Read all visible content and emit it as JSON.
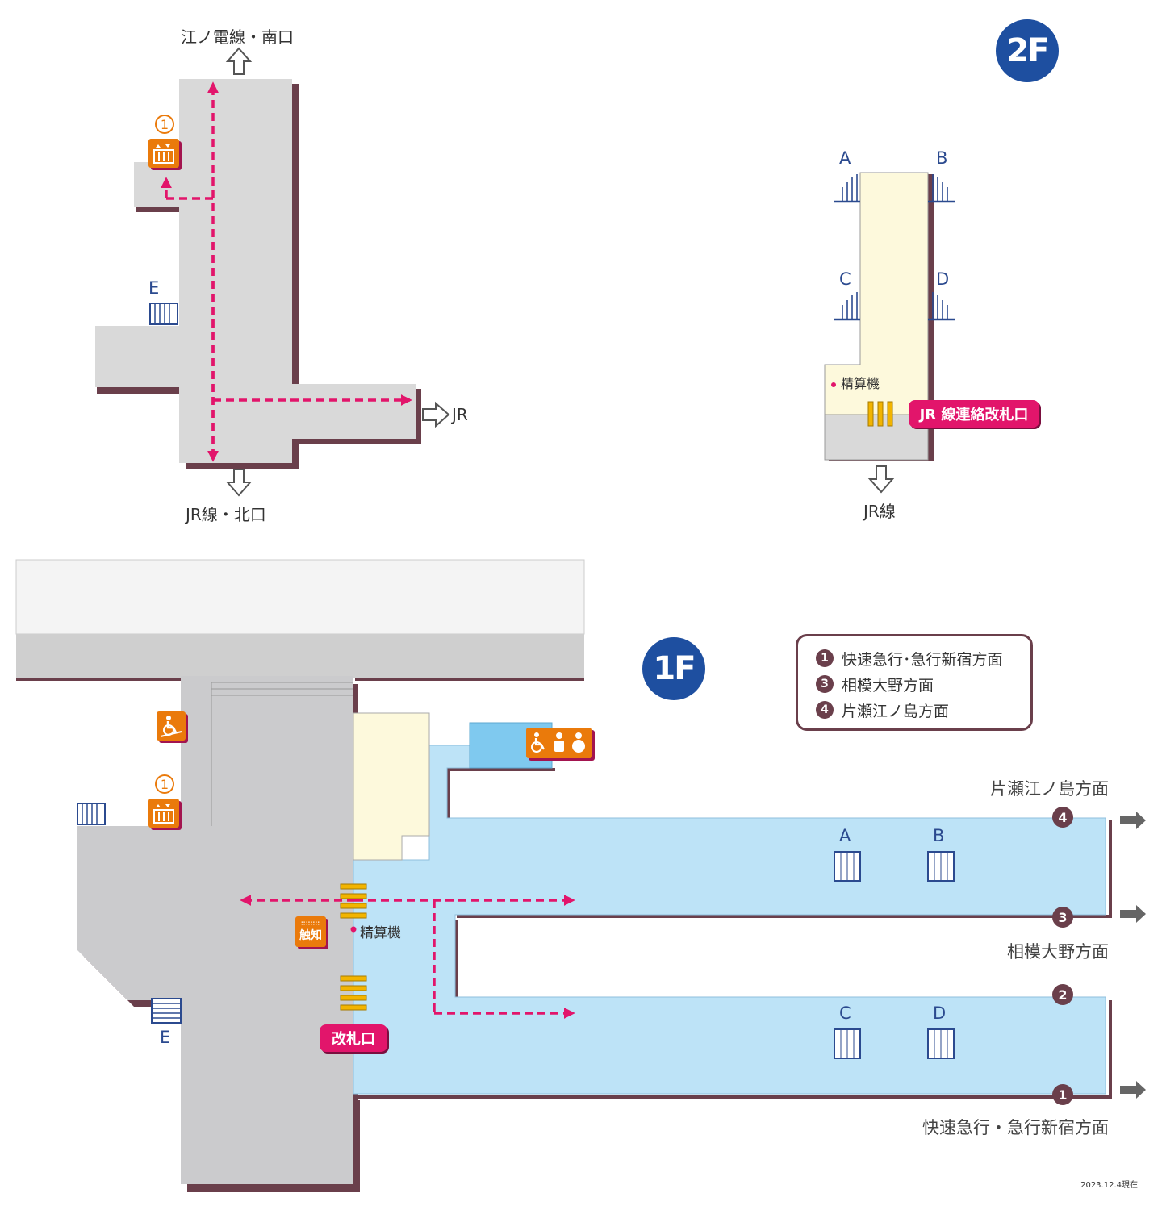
{
  "floor2": {
    "badge": "2F",
    "north_label": "江ノ電線・南口",
    "south_label": "JR線・北口",
    "east_label": "JR",
    "exit_e": "E",
    "elevator_number": "1",
    "jr_area": {
      "stairs": [
        "A",
        "B",
        "C",
        "D"
      ],
      "fare_machine": "精算機",
      "transfer_gate": "JR 線連絡改札口",
      "exit_label": "JR線"
    }
  },
  "floor1": {
    "badge": "1F",
    "elevator_number": "1",
    "exit_e": "E",
    "gate_label": "改札口",
    "fare_machine": "精算機",
    "tactile_label": "触知",
    "platform_stairs": [
      "A",
      "B",
      "C",
      "D"
    ],
    "track_numbers": [
      "4",
      "3",
      "2",
      "1"
    ],
    "direction_labels": {
      "track4": "片瀬江ノ島方面",
      "track3": "相模大野方面",
      "track1": "快速急行・急行新宿方面"
    },
    "legend": [
      {
        "num": "1",
        "text": "快速急行･急行新宿方面"
      },
      {
        "num": "3",
        "text": "相模大野方面"
      },
      {
        "num": "4",
        "text": "片瀬江ノ島方面"
      }
    ]
  },
  "date_note": "2023.12.4現在",
  "colors": {
    "concourse": "#d9d9d9",
    "wall": "#6a3f4b",
    "platform": "#bde3f7",
    "paid_area": "#fdf9dc",
    "route": "#e2156b",
    "floor_badge": "#1e4fa0",
    "icon_orange": "#ea7a0b"
  }
}
